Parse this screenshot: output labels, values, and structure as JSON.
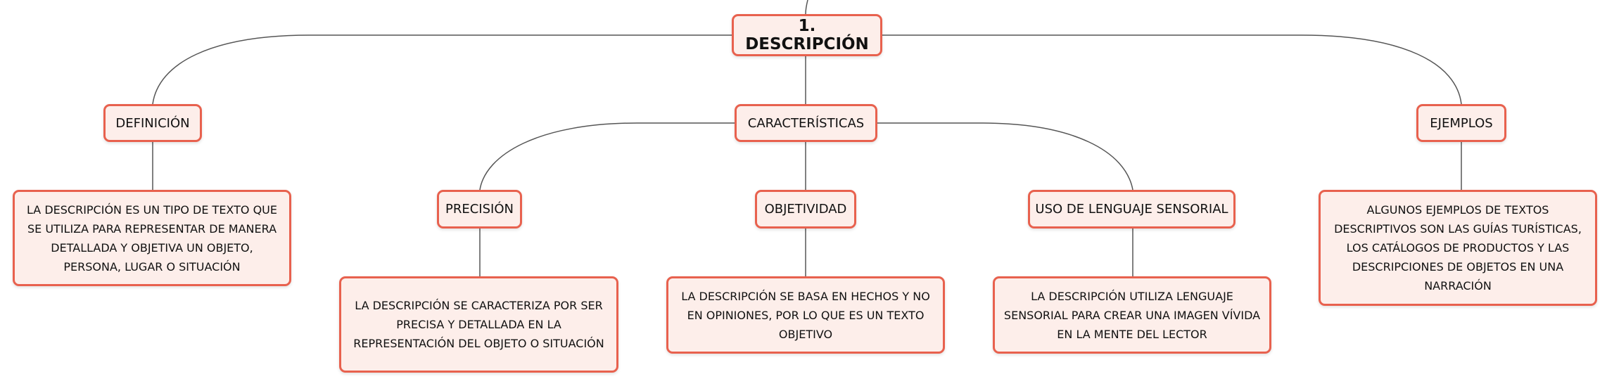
{
  "colors": {
    "node_fill": "#fdeeea",
    "node_border": "#e8614e",
    "connector": "#555555",
    "text": "#111111"
  },
  "diagram": {
    "root": {
      "label": "1. DESCRIPCIÓN"
    },
    "branches": {
      "definicion": {
        "label": "DEFINICIÓN",
        "text": "LA DESCRIPCIÓN ES UN TIPO DE TEXTO QUE SE UTILIZA PARA REPRESENTAR DE MANERA DETALLADA Y OBJETIVA UN OBJETO, PERSONA, LUGAR O SITUACIÓN"
      },
      "caracteristicas": {
        "label": "CARACTERÍSTICAS",
        "children": {
          "precision": {
            "label": "PRECISIÓN",
            "text": "LA DESCRIPCIÓN SE CARACTERIZA POR SER PRECISA Y DETALLADA EN LA REPRESENTACIÓN DEL OBJETO O SITUACIÓN"
          },
          "objetividad": {
            "label": "OBJETIVIDAD",
            "text": "LA DESCRIPCIÓN SE BASA EN HECHOS Y NO EN OPINIONES, POR LO QUE ES UN TEXTO OBJETIVO"
          },
          "sensorial": {
            "label": "USO DE LENGUAJE SENSORIAL",
            "text": "LA DESCRIPCIÓN UTILIZA LENGUAJE SENSORIAL PARA CREAR UNA IMAGEN VÍVIDA EN LA MENTE DEL LECTOR"
          }
        }
      },
      "ejemplos": {
        "label": "EJEMPLOS",
        "text": "ALGUNOS EJEMPLOS DE TEXTOS DESCRIPTIVOS SON LAS GUÍAS TURÍSTICAS, LOS CATÁLOGOS DE PRODUCTOS Y LAS DESCRIPCIONES DE OBJETOS EN UNA NARRACIÓN"
      }
    }
  }
}
